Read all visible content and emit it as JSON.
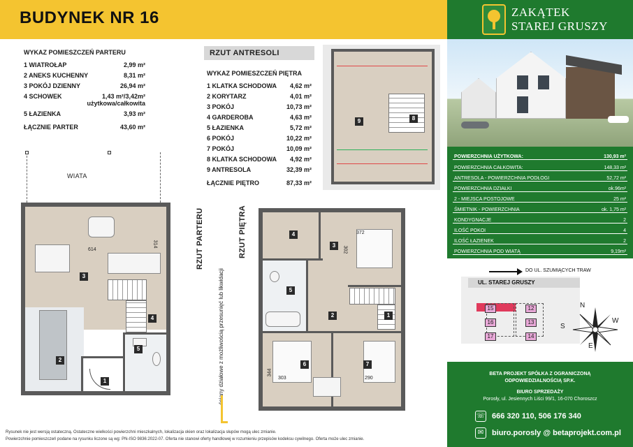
{
  "header": {
    "title": "BUDYNEK NR 16",
    "logo_line1": "ZAKĄTEK",
    "logo_line2": "STAREJ GRUSZY",
    "logo_icon": "pear-tree-icon"
  },
  "ground_list": {
    "title": "WYKAZ POMIESZCZEŃ PARTERU",
    "rows": [
      {
        "name": "1 WIATROŁAP",
        "value": "2,99 m²"
      },
      {
        "name": "2 ANEKS KUCHENNY",
        "value": "8,31 m²"
      },
      {
        "name": "3 POKÓJ DZIENNY",
        "value": "26,94 m²"
      },
      {
        "name": "4 SCHOWEK",
        "value": "1,43 m²/3,42m²"
      },
      {
        "name": "5 ŁAZIENKA",
        "value": "3,93 m²"
      }
    ],
    "note": "użytkowa/całkowita",
    "total_label": "ŁĄCZNIE PARTER",
    "total_value": "43,60 m²"
  },
  "antresola": {
    "label": "RZUT  ANTRESOLI",
    "room9": "9",
    "room8": "8"
  },
  "upper_list": {
    "title": "WYKAZ POMIESZCZEŃ PIĘTRA",
    "rows": [
      {
        "name": "1 KLATKA SCHODOWA",
        "value": "4,62 m²"
      },
      {
        "name": "2 KORYTARZ",
        "value": "4,01 m²"
      },
      {
        "name": "3 POKÓJ",
        "value": "10,73 m²"
      },
      {
        "name": "4 GARDEROBA",
        "value": "4,63 m²"
      },
      {
        "name": "5 ŁAZIENKA",
        "value": "5,72 m²"
      },
      {
        "name": "6 POKÓJ",
        "value": "10,22 m²"
      },
      {
        "name": "7 POKÓJ",
        "value": "10,09 m²"
      },
      {
        "name": "8 KLATKA SCHODOWA",
        "value": "4,92 m²"
      },
      {
        "name": "9 ANTRESOLA",
        "value": "32,39 m²"
      }
    ],
    "total_label": "ŁĄCZNIE PIĘTRO",
    "total_value": "87,33 m²"
  },
  "ground_plan": {
    "wiata": "WIATA",
    "side_label": "RZUT PARTERU",
    "dims": {
      "d614": "614",
      "d314": "314"
    },
    "rooms": {
      "r1": "1",
      "r2": "2",
      "r3": "3",
      "r4": "4",
      "r5": "5"
    }
  },
  "upper_plan": {
    "side_label": "RZUT PIĘTRA",
    "note": "-ściany działowe z możliwością przesunięć lub likwidacji",
    "dims": {
      "d372": "372",
      "d302": "302",
      "d344": "344",
      "d303": "303",
      "d290": "290"
    },
    "rooms": {
      "r1": "1",
      "r2": "2",
      "r3": "3",
      "r4": "4",
      "r5": "5",
      "r6": "6",
      "r7": "7"
    }
  },
  "footer": {
    "line1": "Rysunek nie jest wersją ostateczną. Ostateczne wielkości powierzchni mieszkalnych, lokalizacja okien oraz lokalizacja słupów mogą ulec zmianie.",
    "line2": "Powierzchnie pomieszczeń podane na rysunku liczone są wg: PN-ISO 9836:2022-07. Oferta nie stanowi oferty handlowej w rozumieniu przepisów kodeksu cywilnego. Oferta może ulec zmianie."
  },
  "stats": [
    {
      "label": "POWIERZCHNIA UŻYTKOWA:",
      "value": "130,93 m²"
    },
    {
      "label": "POWIERZCHNIA CAŁKOWITA:",
      "value": "148,33 m²"
    },
    {
      "label": "ANTRESOLA - POWIERZCHNIA PODŁOGI",
      "value": "52,72 m²"
    },
    {
      "label": "POWIERZCHNIA DZIAŁKI",
      "value": "ok.96m²"
    },
    {
      "label": "2 - MIEJSCA POSTOJOWE",
      "value": "25 m²"
    },
    {
      "label": "ŚMIETNIK - POWIERZCHNIA",
      "value": "ok. 1,75 m²"
    },
    {
      "label": "KONDYGNACJE",
      "value": "2"
    },
    {
      "label": "ILOŚĆ POKOI",
      "value": "4"
    },
    {
      "label": "ILOŚĆ ŁAZIENEK",
      "value": "2"
    },
    {
      "label": "POWIERZCHNIA POD WIATĄ",
      "value": "9,19m²"
    }
  ],
  "map": {
    "arrow_text": "DO UL. SZUMIĄCYCH TRAW",
    "street": "UL. STAREJ GRUSZY",
    "plots_left": [
      "15",
      "16",
      "17"
    ],
    "plots_right": [
      "12",
      "13",
      "14"
    ],
    "compass": {
      "n": "N",
      "s": "S",
      "e": "E",
      "w": "W"
    },
    "highlight_color": "#e03a5c",
    "plot_color": "#e9a9d8"
  },
  "contact": {
    "company1": "BETA PROJEKT  SPÓŁKA Z OGRANICZONĄ",
    "company2": "ODPOWIEDZIALNOŚCIĄ SP.K.",
    "office": "BIURO SPRZEDAŻY",
    "address": "Porosły, ul. Jesiennych Liści 99/1, 16-070 Choroszcz",
    "phone": "666 320 110, 506 176 340",
    "email": "biuro.porosly @ betaprojekt.com.pl",
    "phone_icon": "phone-icon",
    "email_icon": "mail-icon"
  },
  "colors": {
    "yellow": "#f4c430",
    "green": "#1f7a2e",
    "floor": "#d9cfc1"
  }
}
